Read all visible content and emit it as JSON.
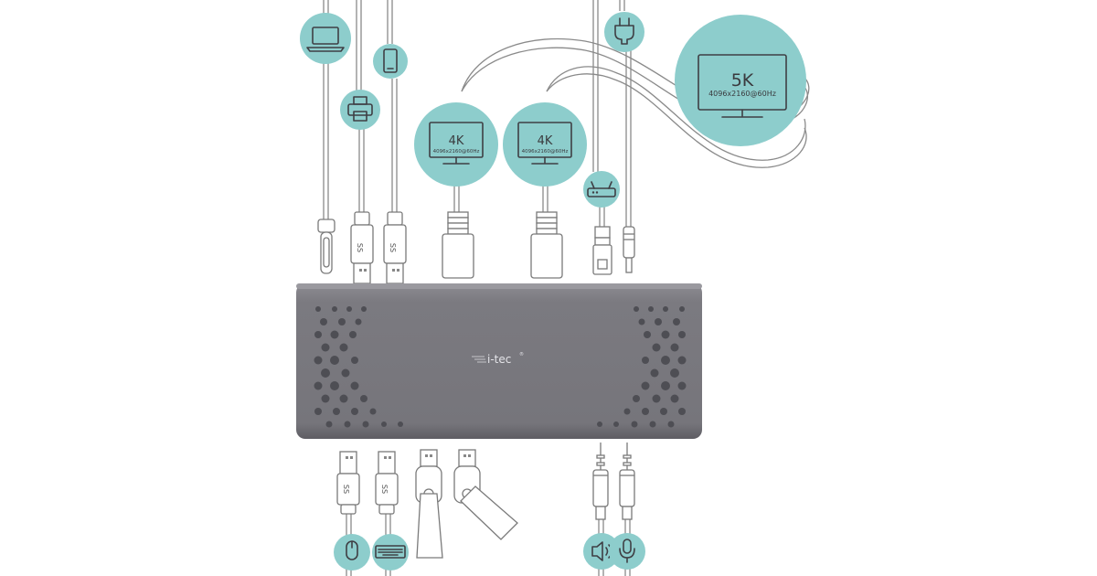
{
  "device": {
    "brand": "i-tec",
    "trademark": "®",
    "color": "#7b7a80"
  },
  "colors": {
    "accent": "#8dcdcc",
    "cable": "#8a8a8a",
    "icon": "#3f3f44"
  },
  "displays": [
    {
      "id": "left",
      "label": "4K",
      "resolution": "4096x2160@60Hz",
      "icon": "monitor-icon"
    },
    {
      "id": "middle",
      "label": "4K",
      "resolution": "4096x2160@60Hz",
      "icon": "monitor-icon"
    },
    {
      "id": "right",
      "label": "5K",
      "resolution": "4096x2160@60Hz",
      "icon": "monitor-icon"
    }
  ],
  "top_icons": [
    "laptop-icon",
    "printer-icon",
    "smartphone-icon",
    "router-icon",
    "power-plug-icon"
  ],
  "bottom_icons": [
    "mouse-icon",
    "keyboard-icon",
    "speaker-icon",
    "microphone-icon"
  ],
  "usb_badge": "SS"
}
